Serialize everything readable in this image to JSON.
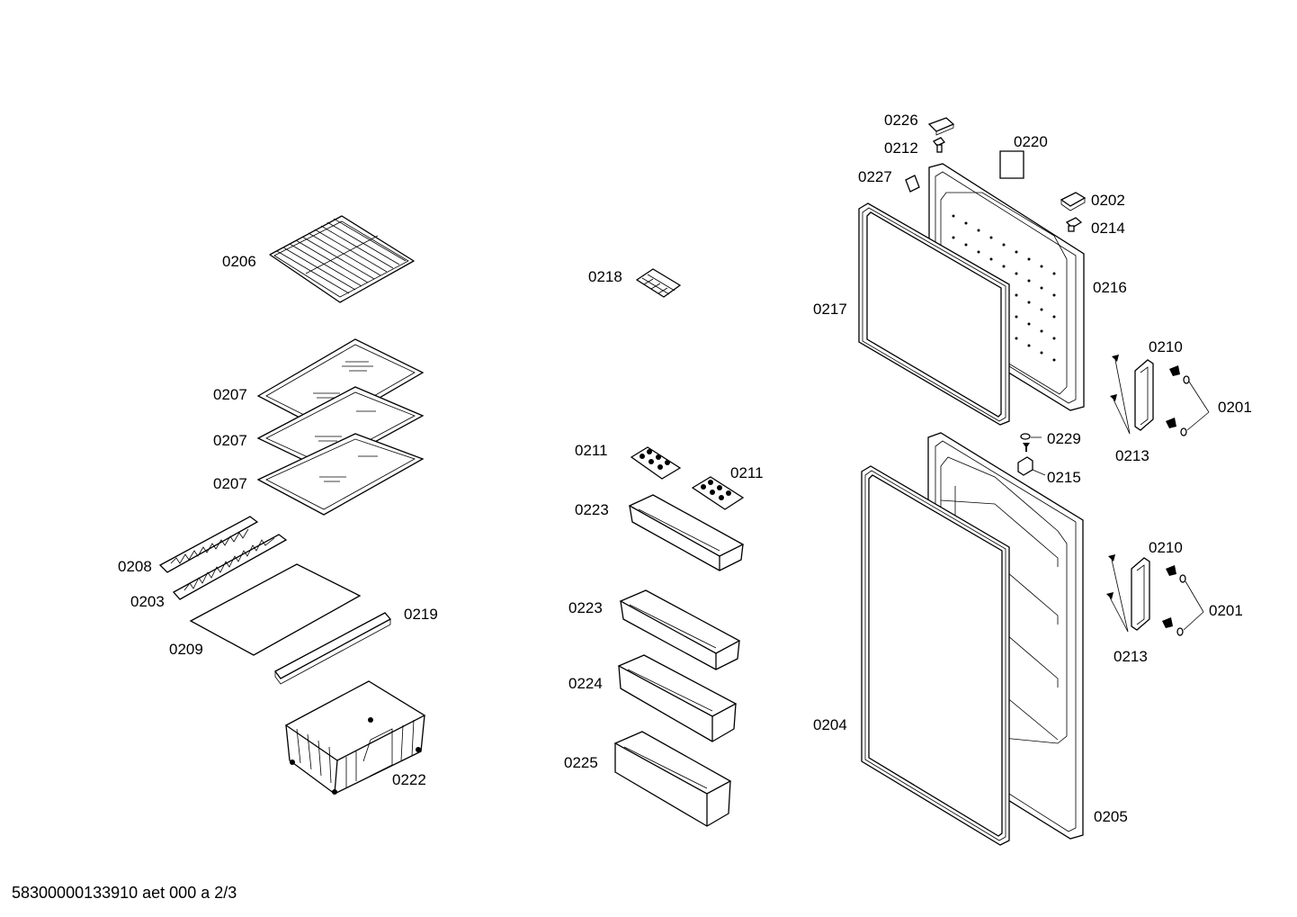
{
  "footer": {
    "doc_code": "58300000133910 aet 000 a 2/3"
  },
  "labels": {
    "p0206": "0206",
    "p0207a": "0207",
    "p0207b": "0207",
    "p0207c": "0207",
    "p0208": "0208",
    "p0203": "0203",
    "p0209": "0209",
    "p0219": "0219",
    "p0222": "0222",
    "p0218": "0218",
    "p0211a": "0211",
    "p0211b": "0211",
    "p0223a": "0223",
    "p0223b": "0223",
    "p0224": "0224",
    "p0225": "0225",
    "p0226": "0226",
    "p0212": "0212",
    "p0220": "0220",
    "p0227": "0227",
    "p0202": "0202",
    "p0214": "0214",
    "p0216": "0216",
    "p0217": "0217",
    "p0210a": "0210",
    "p0201a": "0201",
    "p0213a": "0213",
    "p0229": "0229",
    "p0215": "0215",
    "p0210b": "0210",
    "p0201b": "0201",
    "p0213b": "0213",
    "p0204": "0204",
    "p0205": "0205"
  }
}
